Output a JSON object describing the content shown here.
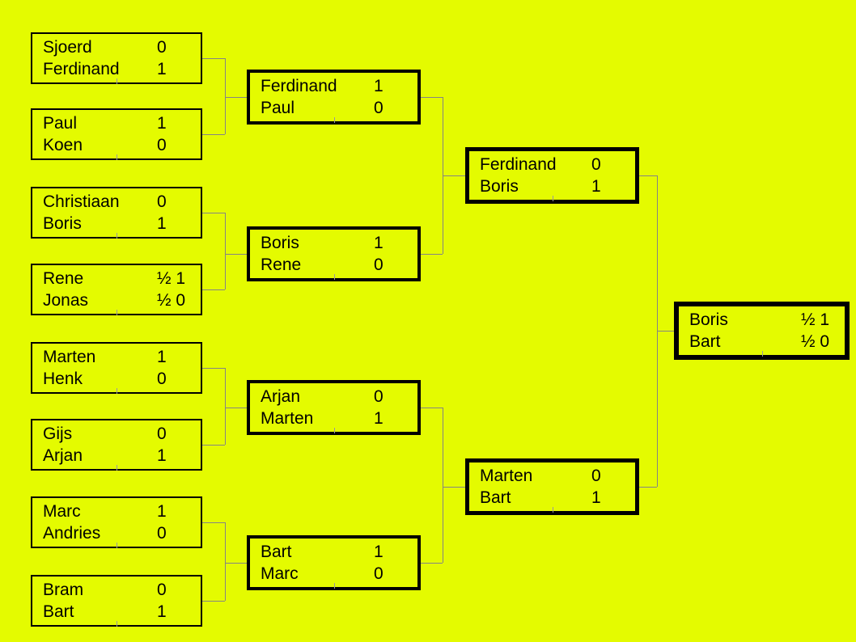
{
  "colors": {
    "background": "#E4FB00",
    "box_border": "#000000",
    "text": "#000000",
    "connector": "#848484"
  },
  "bracket": {
    "round1": [
      {
        "p1": "Sjoerd",
        "s1": "0",
        "p2": "Ferdinand",
        "s2": "1"
      },
      {
        "p1": "Paul",
        "s1": "1",
        "p2": "Koen",
        "s2": "0"
      },
      {
        "p1": "Christiaan",
        "s1": "0",
        "p2": "Boris",
        "s2": "1"
      },
      {
        "p1": "Rene",
        "s1": "½ 1",
        "p2": "Jonas",
        "s2": "½ 0"
      },
      {
        "p1": "Marten",
        "s1": "1",
        "p2": "Henk",
        "s2": "0"
      },
      {
        "p1": "Gijs",
        "s1": "0",
        "p2": "Arjan",
        "s2": "1"
      },
      {
        "p1": "Marc",
        "s1": "1",
        "p2": "Andries",
        "s2": "0"
      },
      {
        "p1": "Bram",
        "s1": "0",
        "p2": "Bart",
        "s2": "1"
      }
    ],
    "round2": [
      {
        "p1": "Ferdinand",
        "s1": "1",
        "p2": "Paul",
        "s2": "0"
      },
      {
        "p1": "Boris",
        "s1": "1",
        "p2": "Rene",
        "s2": "0"
      },
      {
        "p1": "Arjan",
        "s1": "0",
        "p2": "Marten",
        "s2": "1"
      },
      {
        "p1": "Bart",
        "s1": "1",
        "p2": "Marc",
        "s2": "0"
      }
    ],
    "round3": [
      {
        "p1": "Ferdinand",
        "s1": "0",
        "p2": "Boris",
        "s2": "1"
      },
      {
        "p1": "Marten",
        "s1": "0",
        "p2": "Bart",
        "s2": "1"
      }
    ],
    "final": [
      {
        "p1": "Boris",
        "s1": "½ 1",
        "p2": "Bart",
        "s2": "½ 0"
      }
    ]
  }
}
